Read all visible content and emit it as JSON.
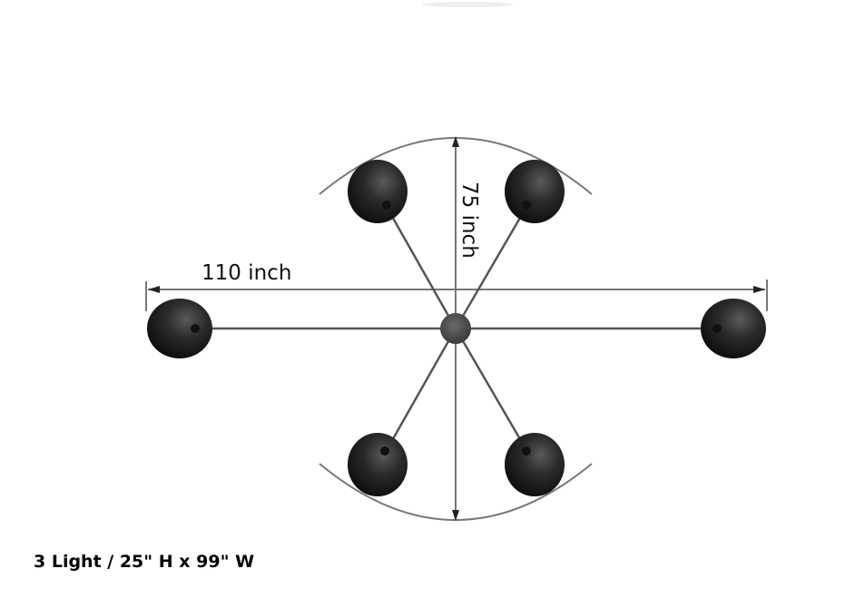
{
  "diagram": {
    "width_label": "110 inch",
    "height_label": "75 inch",
    "caption": "3 Light / 25\" H x 99\" W",
    "colors": {
      "shade": "#1c1c1c",
      "arm": "#555555",
      "dimension_line": "#666666",
      "hub": "#4a4a4a"
    },
    "components": {
      "shades_count": 6,
      "arms_count": 6,
      "center_hub": true
    }
  }
}
